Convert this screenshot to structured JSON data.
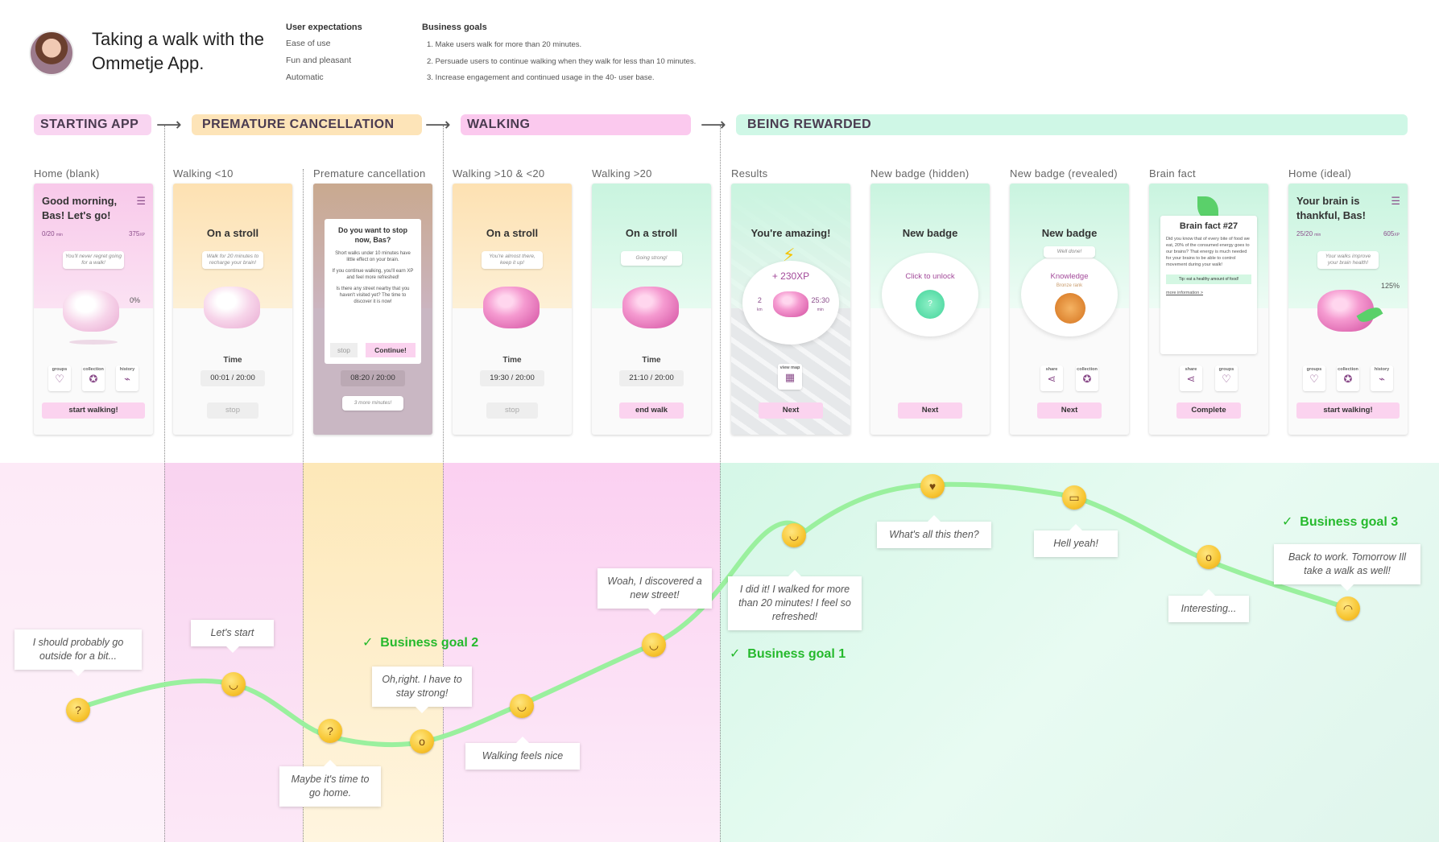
{
  "header": {
    "title": "Taking a walk with the Ommetje App.",
    "user_expectations_title": "User expectations",
    "user_expectations": [
      "Ease of use",
      "Fun and pleasant",
      "Automatic"
    ],
    "business_goals_title": "Business goals",
    "business_goals": [
      "1. Make users walk for more than 20 minutes.",
      "2. Persuade users to continue walking when they walk for less than 10 minutes.",
      "3. Increase engagement and continued usage in the 40- user base."
    ]
  },
  "phases": [
    {
      "label": "STARTING APP",
      "color": "#f9d5f1"
    },
    {
      "label": "PREMATURE CANCELLATION",
      "color": "#fde4b8"
    },
    {
      "label": "WALKING",
      "color": "#fbc9ee"
    },
    {
      "label": "BEING REWARDED",
      "color": "#cff7e6"
    }
  ],
  "screens": {
    "home_blank": {
      "label": "Home (blank)",
      "greeting": "Good morning, Bas! Let's go!",
      "progress": "0/20",
      "progress_unit": "min",
      "xp": "375",
      "xp_unit": "XP",
      "bubble": "You'll never regret going for a walk!",
      "percent": "0%",
      "icons": [
        "groups",
        "collection",
        "history"
      ],
      "button": "start walking!"
    },
    "walking_lt10": {
      "label": "Walking <10",
      "title": "On a stroll",
      "bubble": "Walk for 20 minutes to recharge your brain!",
      "time_label": "Time",
      "time": "00:01 / 20:00",
      "button": "stop"
    },
    "premature": {
      "label": "Premature cancellation",
      "dialog_title": "Do you want to stop now, Bas?",
      "dialog_body1": "Short walks under 10 minutes have little effect on your brain.",
      "dialog_body2": "If you continue walking, you'll earn XP and feel more refreshed!",
      "dialog_body3": "Is there any street nearby that you haven't visited yet? The time to discover it is now!",
      "stop": "stop",
      "continue": "Continue!",
      "time": "08:20 / 20:00",
      "bubble": "3 more minutes!"
    },
    "walking_10_20": {
      "label": "Walking >10 & <20",
      "title": "On a stroll",
      "bubble": "You're almost there, keep it up!",
      "time_label": "Time",
      "time": "19:30 / 20:00",
      "button": "stop"
    },
    "walking_gt20": {
      "label": "Walking >20",
      "title": "On a stroll",
      "bubble": "Going strong!",
      "time_label": "Time",
      "time": "21:10 / 20:00",
      "button": "end walk"
    },
    "results": {
      "label": "Results",
      "title": "You're amazing!",
      "xp": "+ 230XP",
      "km": "2",
      "km_unit": "km",
      "min": "25:30",
      "min_unit": "min",
      "view_map": "view map",
      "button": "Next"
    },
    "badge_hidden": {
      "label": "New badge (hidden)",
      "title": "New badge",
      "cta": "Click to unlock",
      "symbol": "?",
      "button": "Next"
    },
    "badge_revealed": {
      "label": "New badge (revealed)",
      "title": "New badge",
      "bubble": "Well done!",
      "name": "Knowledge",
      "rank": "Bronze rank",
      "icons": [
        "share",
        "collection"
      ],
      "button": "Next"
    },
    "brain_fact": {
      "label": "Brain fact",
      "title": "Brain fact #27",
      "body": "Did you know that of every bite of food we eat, 20% of the consumed energy goes to our brains? That energy is much needed for your brains to be able to control movement during your walk!",
      "tip": "Tip: eat a healthy amount of food!",
      "more": "more information >",
      "icons": [
        "share",
        "groups"
      ],
      "button": "Complete"
    },
    "home_ideal": {
      "label": "Home (ideal)",
      "greeting": "Your brain is thankful, Bas!",
      "progress": "25/20",
      "progress_unit": "min",
      "xp": "605",
      "xp_unit": "XP",
      "bubble": "Your walks improve your brain health!",
      "percent": "125%",
      "icons": [
        "groups",
        "collection",
        "history"
      ],
      "button": "start walking!"
    }
  },
  "journey": {
    "annotations": [
      "I should probably go outside for a bit...",
      "Let's start",
      "Maybe it's time to go home.",
      "Oh,right. I have to stay strong!",
      "Walking feels nice",
      "Woah, I discovered a new street!",
      "I did it! I walked for more than 20 minutes! I feel so refreshed!",
      "What's all this then?",
      "Hell yeah!",
      "Interesting...",
      "Back to work. Tomorrow Ill take a walk as well!"
    ],
    "goals": [
      "Business goal 2",
      "Business goal 1",
      "Business goal 3"
    ],
    "checkmark": "✓"
  }
}
